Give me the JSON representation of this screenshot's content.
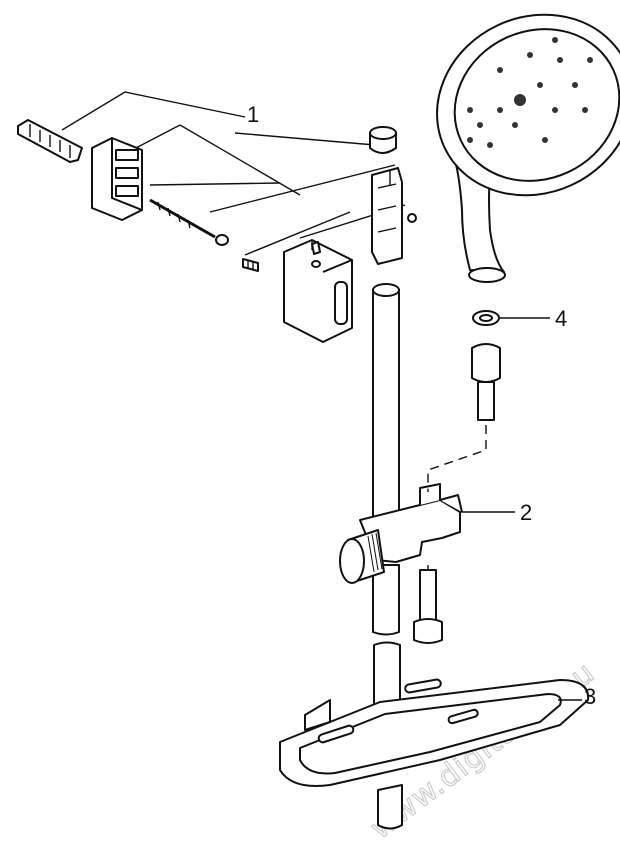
{
  "diagram": {
    "callouts": [
      {
        "id": "wall-bracket-kit",
        "label": "1"
      },
      {
        "id": "slider-holder",
        "label": "2"
      },
      {
        "id": "shelf-tray",
        "label": "3"
      },
      {
        "id": "hose-seal",
        "label": "4"
      }
    ],
    "watermark": "www.digitalko.hu"
  }
}
